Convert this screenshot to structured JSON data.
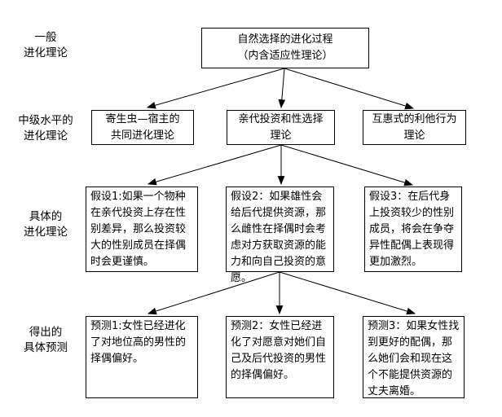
{
  "colors": {
    "line": "#000000",
    "box_border": "#000000",
    "background": "#ffffff",
    "text": "#000000"
  },
  "levels": [
    {
      "label_line1": "一般",
      "label_line2": "进化理论"
    },
    {
      "label_line1": "中级水平的",
      "label_line2": "进化理论"
    },
    {
      "label_line1": "具体的",
      "label_line2": "进化理论"
    },
    {
      "label_line1": "得出的",
      "label_line2": "具体预测"
    }
  ],
  "top_box": {
    "line1": "自然选择的进化过程",
    "line2": "（内含适应性理论）"
  },
  "theories": [
    {
      "line1": "寄生虫—宿主的",
      "line2": "共同进化理论"
    },
    {
      "line1": "亲代投资和性选择",
      "line2": "理论"
    },
    {
      "line1": "互惠式的利他行为",
      "line2": "理论"
    }
  ],
  "hypotheses": [
    {
      "text": "假设1:如果一个物种在亲代投资上存在性别差异，那么投资较大的性别成员在择偶时会更谨慎。"
    },
    {
      "text": "假设2：如果雄性会给后代提供资源，那么雌性在择偶时会考虑对方获取资源的能力和向自己投资的意愿。"
    },
    {
      "text": "假设3：在后代身上投资较少的性别成员，将会在争夺异性配偶上表现得更加激烈。"
    }
  ],
  "predictions": [
    {
      "text": "预测1:女性已经进化了对地位高的男性的择偶偏好。"
    },
    {
      "text": "预测2：女性已经进化了对愿意对她们自己及后代投资的男性的择偶偏好。"
    },
    {
      "text": "预测3：如果女性找到更好的配偶，那么她们会和现在这个不能提供资源的丈夫离婚。"
    }
  ]
}
